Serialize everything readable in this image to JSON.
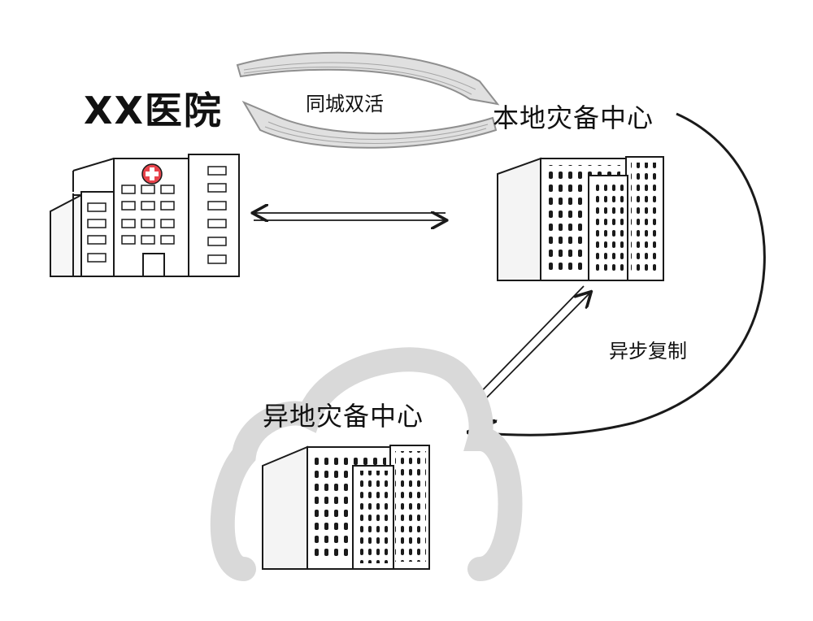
{
  "nodes": {
    "hospital": {
      "label": "XX医院"
    },
    "local_dr": {
      "label": "本地灾备中心"
    },
    "remote_dr": {
      "label": "异地灾备中心"
    }
  },
  "edges": {
    "active_active": {
      "label": "同城双活"
    },
    "async_replication": {
      "label": "异步复制"
    }
  },
  "colors": {
    "ink": "#1a1a1a",
    "cloud": "#d9d9d9",
    "cross": "#e8434b",
    "arrow_band": "#bdbdbd"
  }
}
